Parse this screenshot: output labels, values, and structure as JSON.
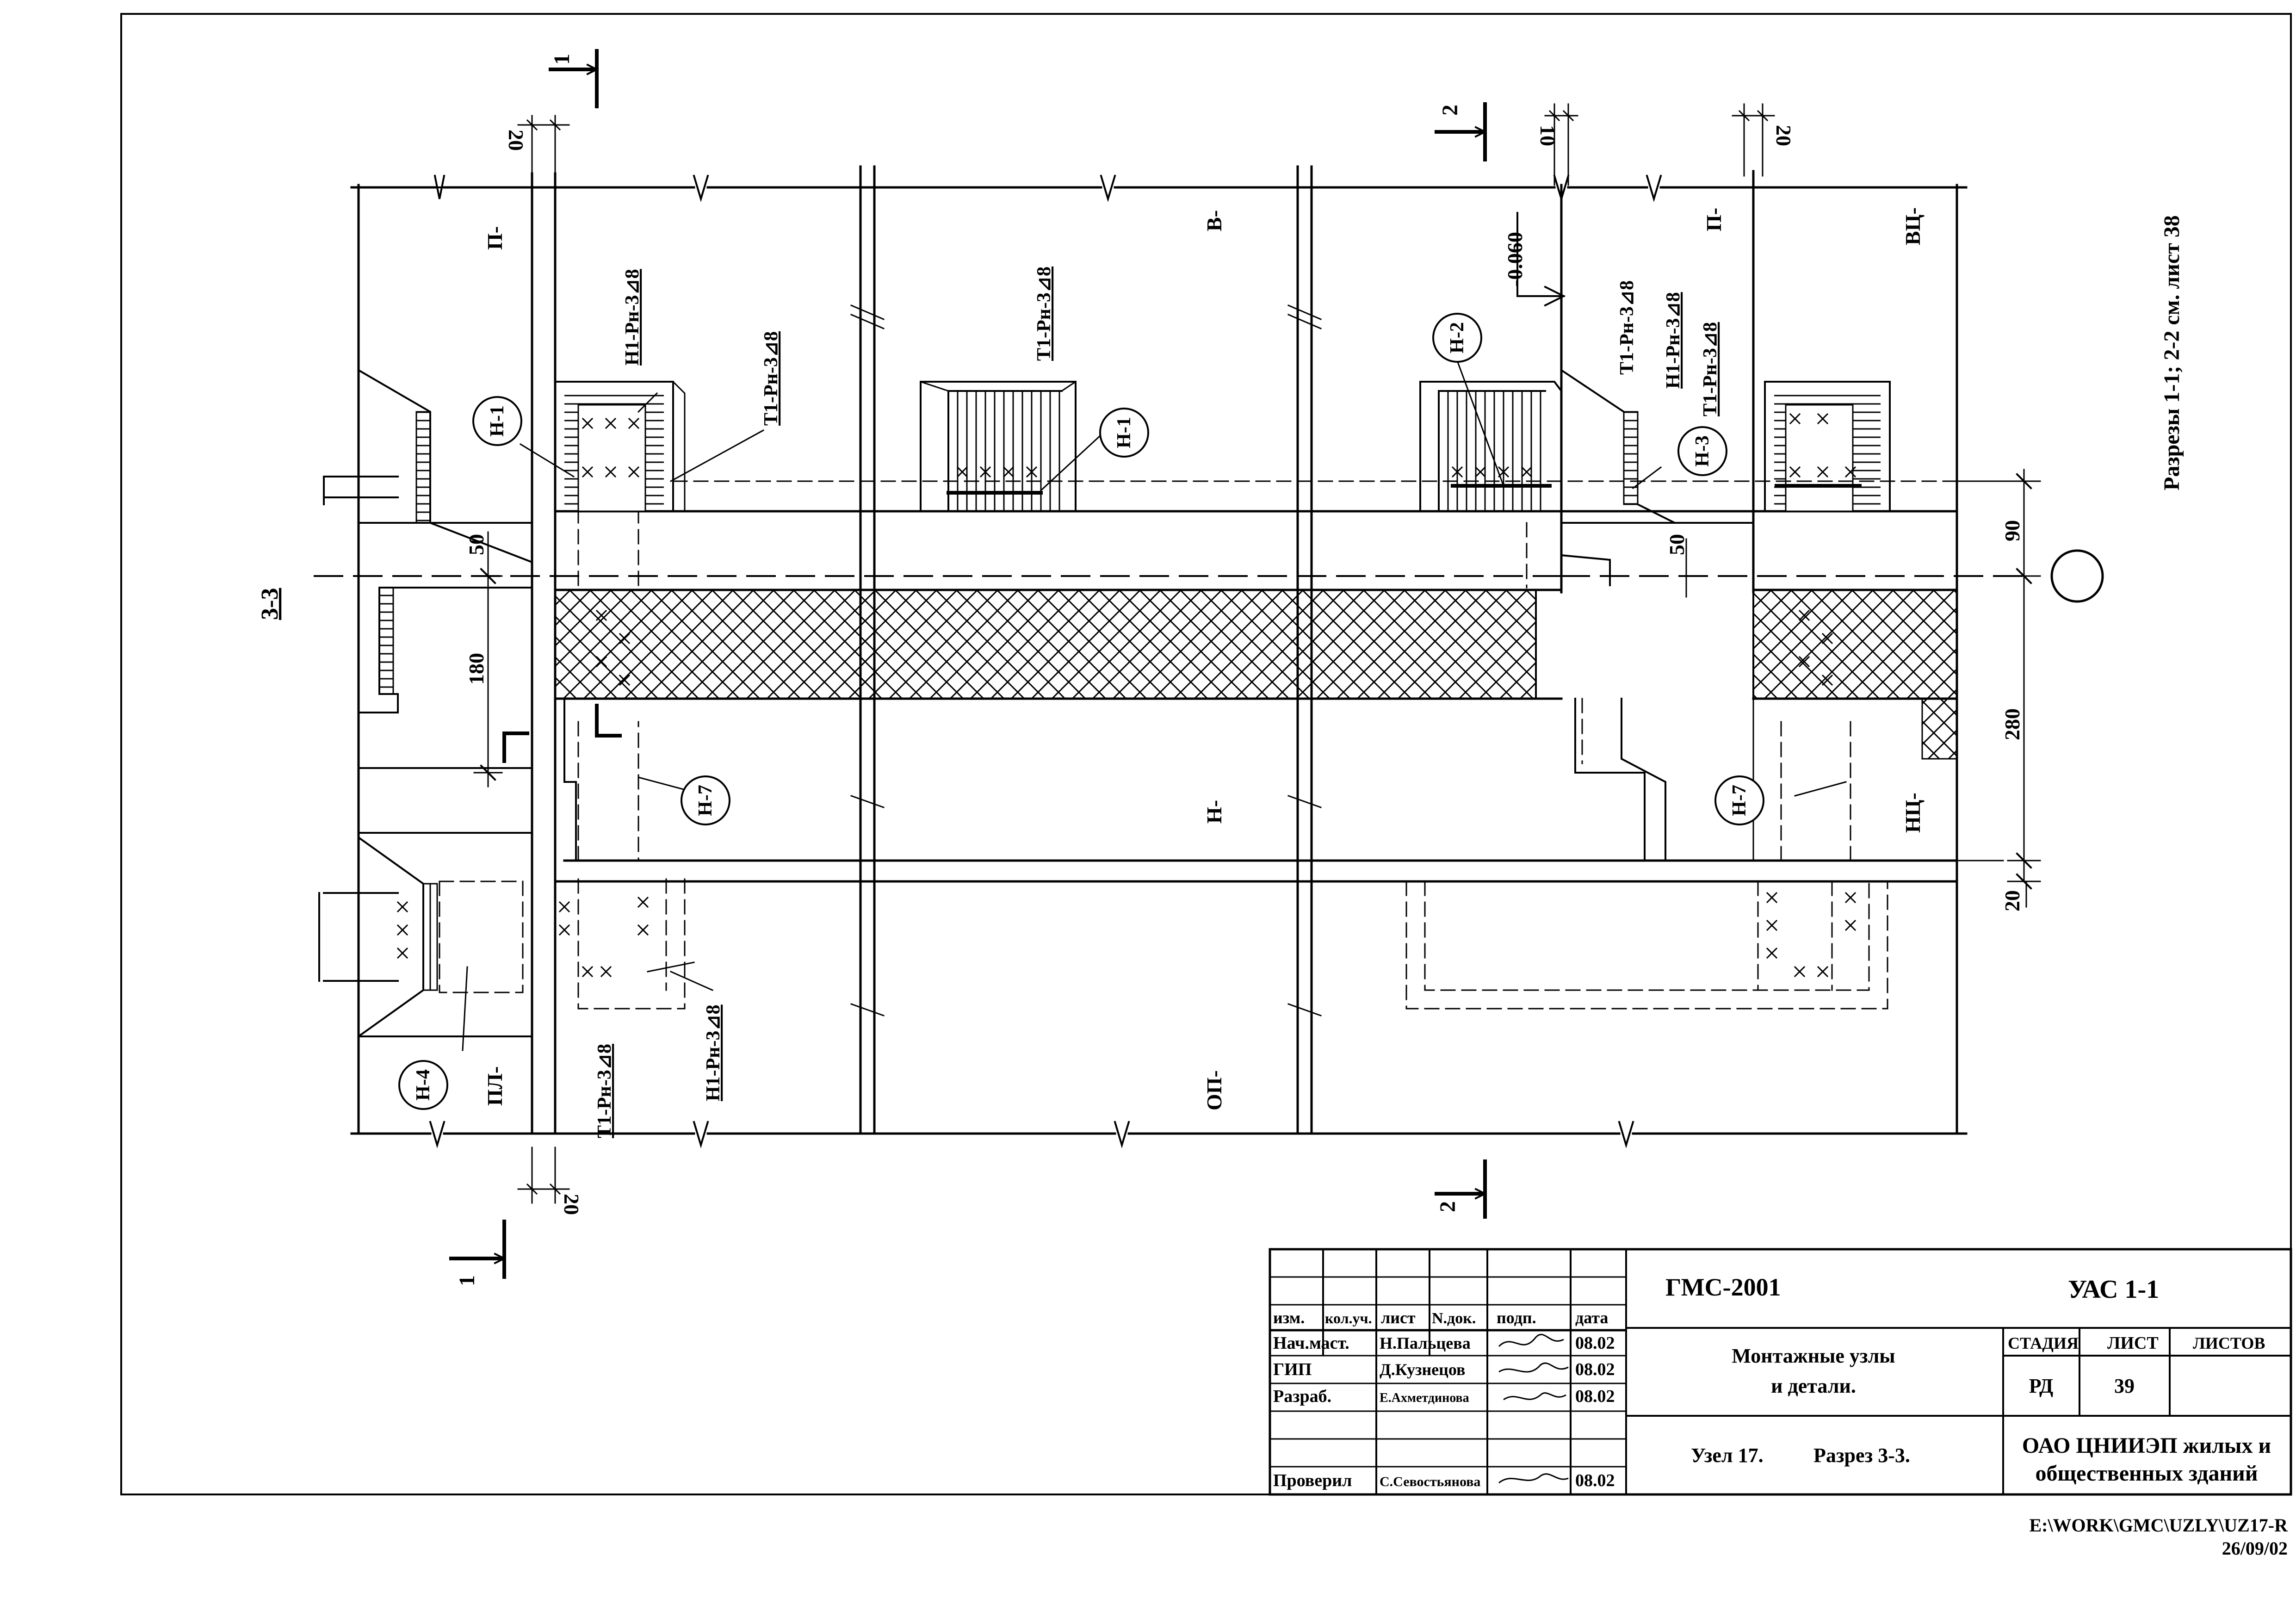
{
  "section": {
    "title": "3-3",
    "note": "Разрезы 1-1; 2-2 см. лист 38",
    "cut_marks": {
      "cut1": "1",
      "cut2": "2"
    },
    "elevation": "-0.060",
    "dimensions": {
      "d20": "20",
      "d10": "10",
      "d50": "50",
      "d180": "180",
      "d90": "90",
      "d280": "280"
    },
    "weld_marks": {
      "h1_top": "Н1-Рн-3⊿8",
      "t1_top": "Т1-Рн-3⊿8",
      "t1_bottom": "Т1-Рн-3⊿8",
      "h1_bottom": "Н1-Рн-3⊿8"
    },
    "nodes": {
      "n1": "Н-1",
      "n2": "Н-2",
      "n3": "Н-3",
      "n4": "Н-4",
      "n7": "Н-7"
    },
    "panels": {
      "p": "П-",
      "v": "В-",
      "vc": "ВЦ-",
      "n": "Н-",
      "nc": "НЦ-",
      "pl": "ПЛ-",
      "op": "ОП-"
    }
  },
  "title_block": {
    "doc_code": "ГМС-2001",
    "sheet_code": "УАС 1-1",
    "col_headers": [
      "изм.",
      "кол.уч.",
      "лист",
      "N.док.",
      "подп.",
      "дата"
    ],
    "rows": [
      {
        "role": "Нач.маст.",
        "name": "Н.Пальцева",
        "date": "08.02"
      },
      {
        "role": "ГИП",
        "name": "Д.Кузнецов",
        "date": "08.02"
      },
      {
        "role": "Разраб.",
        "name": "Е.Ахметдинова",
        "date": "08.02"
      },
      {
        "role": "Проверил",
        "name": "С.Севостьянова",
        "date": "08.02"
      }
    ],
    "description_line1": "Монтажные узлы",
    "description_line2": "и детали.",
    "node_title": "Узел 17.",
    "section_title": "Разрез 3-3.",
    "stage_header": "СТАДИЯ",
    "sheet_header": "ЛИСТ",
    "sheets_header": "ЛИСТОВ",
    "stage": "РД",
    "sheet_number": "39",
    "org_line1": "ОАО ЦНИИЭП жилых и",
    "org_line2": "общественных зданий"
  },
  "file": {
    "path": "E:\\WORK\\GMC\\UZLY\\UZ17-R",
    "date": "26/09/02"
  }
}
